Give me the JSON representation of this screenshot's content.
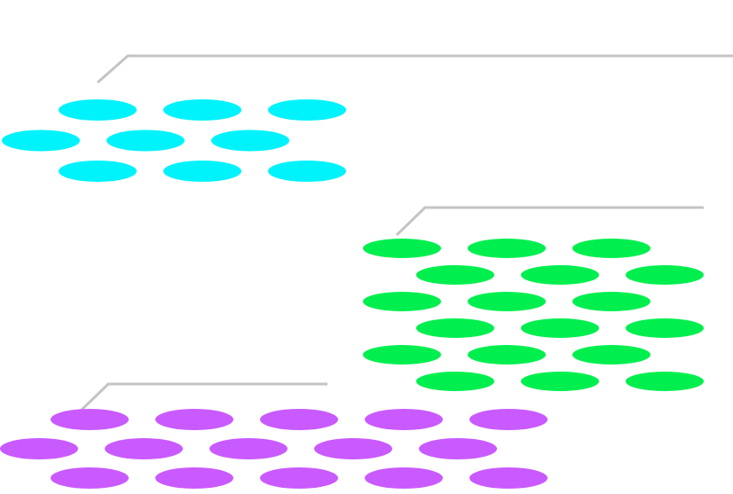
{
  "groups": [
    {
      "id": "cyan",
      "label": "",
      "color": "#00f3fb",
      "rows": [
        3,
        3,
        3
      ],
      "row_offsets": [
        "right",
        "left",
        "right"
      ]
    },
    {
      "id": "green",
      "label": "",
      "color": "#00ef4f",
      "rows": [
        3,
        3,
        3,
        3,
        3,
        3
      ],
      "row_offsets": [
        "left",
        "right",
        "left",
        "right",
        "left",
        "right"
      ]
    },
    {
      "id": "purple",
      "label": "",
      "color": "#c95aff",
      "rows": [
        5,
        5,
        5
      ],
      "row_offsets": [
        "right",
        "left",
        "right"
      ]
    }
  ],
  "leader_line_color": "#c4c4c4"
}
